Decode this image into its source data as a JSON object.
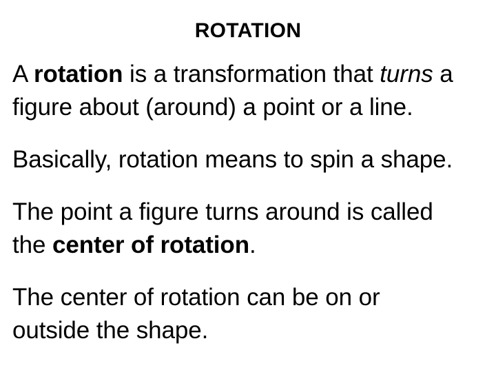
{
  "slide": {
    "title": "ROTATION",
    "background_color": "#ffffff",
    "text_color": "#000000",
    "paragraphs": [
      {
        "id": "definition",
        "lines": [
          {
            "runs": [
              {
                "text": "A ",
                "style": "regular"
              },
              {
                "text": "rotation",
                "style": "bold"
              },
              {
                "text": " is a transformation that ",
                "style": "regular"
              },
              {
                "text": "turns",
                "style": "italic"
              },
              {
                "text": " a",
                "style": "regular"
              }
            ]
          },
          {
            "runs": [
              {
                "text": "figure about (around) a point or a line.",
                "style": "regular"
              }
            ]
          }
        ]
      },
      {
        "id": "basically",
        "lines": [
          {
            "runs": [
              {
                "text": "Basically, rotation means to spin a shape.",
                "style": "regular"
              }
            ]
          }
        ]
      },
      {
        "id": "center-of-rotation",
        "lines": [
          {
            "runs": [
              {
                "text": "The point a figure turns around is called",
                "style": "regular"
              }
            ]
          },
          {
            "runs": [
              {
                "text": "the ",
                "style": "regular"
              },
              {
                "text": "center of rotation",
                "style": "bold"
              },
              {
                "text": ".",
                "style": "regular"
              }
            ]
          }
        ]
      },
      {
        "id": "location",
        "lines": [
          {
            "runs": [
              {
                "text": "The center of rotation can be on or",
                "style": "regular"
              }
            ]
          },
          {
            "runs": [
              {
                "text": "outside the shape.",
                "style": "regular"
              }
            ]
          }
        ]
      }
    ]
  }
}
